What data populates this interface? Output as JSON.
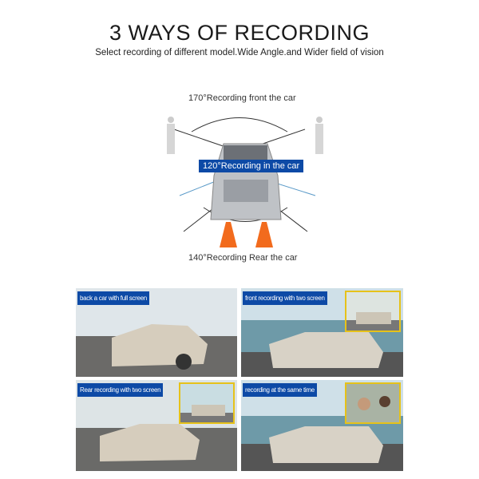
{
  "header": {
    "title": "3 WAYS OF RECORDING",
    "subtitle": "Select recording of different model.Wide Angle.and Wider field of vision"
  },
  "diagram": {
    "front_label": "170°Recording front the car",
    "inside_label": "120°Recording in the car",
    "rear_label": "140°Recording Rear the car"
  },
  "panels": [
    {
      "label": "back a car with full screen",
      "inset": false
    },
    {
      "label": "front recording with two screen",
      "inset": true
    },
    {
      "label": "Rear recording with two screen",
      "inset": true
    },
    {
      "label": "recording at the same time",
      "inset": true
    }
  ],
  "colors": {
    "tag_blue": "#0d4aa6",
    "inset_border": "#e6c21a"
  }
}
